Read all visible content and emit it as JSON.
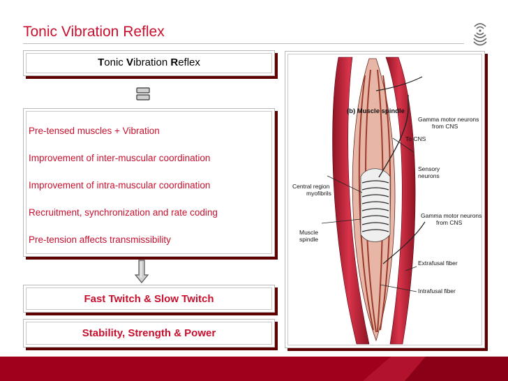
{
  "slide": {
    "title": "Tonic Vibration Reflex",
    "header": {
      "b1": "T",
      "r1": "onic ",
      "b2": "V",
      "r2": "ibration ",
      "b3": "R",
      "r3": "eflex"
    },
    "points": [
      "Pre-tensed muscles + Vibration",
      "Improvement of inter-muscular coordination",
      "Improvement of intra-muscular coordination",
      "Recruitment, synchronization and rate coding",
      "Pre-tension affects transmissibility"
    ],
    "result1": "Fast Twitch & Slow Twitch",
    "result2": "Stability, Strength & Power"
  },
  "figure": {
    "title": "(b) Muscle spindle",
    "labels": {
      "gamma_top_1": "Gamma motor neurons",
      "gamma_top_2": "from CNS",
      "to_cns": "To CNS",
      "sensory_1": "Sensory",
      "sensory_2": "neurons",
      "central_1": "Central region",
      "central_2": "myofibrils",
      "gamma_mid_1": "Gamma motor neurons",
      "gamma_mid_2": "from CNS",
      "spindle_1": "Muscle",
      "spindle_2": "spindle",
      "extrafusal": "Extrafusal fiber",
      "intrafusal": "Intrafusal fiber"
    }
  },
  "colors": {
    "accent": "#c8102e",
    "bar": "#a0001a",
    "shadow": "#5f0000",
    "muscle": "#c8263d"
  },
  "icons": {
    "logo": "sound-waves-logo-icon",
    "equals": "equals-icon",
    "arrow": "down-arrow-icon"
  }
}
